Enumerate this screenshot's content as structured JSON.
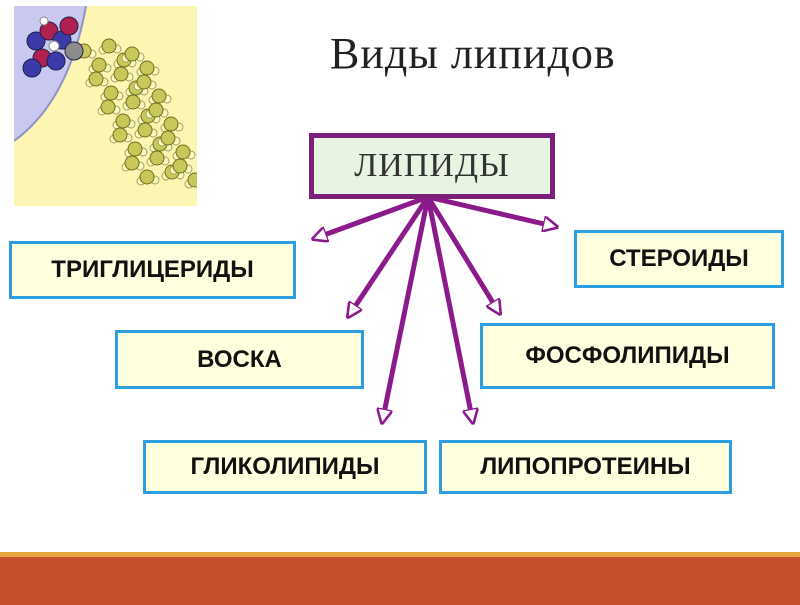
{
  "title": "Виды липидов",
  "root": {
    "label": "ЛИПИДЫ"
  },
  "types": [
    {
      "id": "triglycerides",
      "label": "ТРИГЛИЦЕРИДЫ"
    },
    {
      "id": "steroids",
      "label": "СТЕРОИДЫ"
    },
    {
      "id": "waxes",
      "label": "ВОСКА"
    },
    {
      "id": "phospholipids",
      "label": "ФОСФОЛИПИДЫ"
    },
    {
      "id": "glycolipids",
      "label": "ГЛИКОЛИПИДЫ"
    },
    {
      "id": "lipoproteins",
      "label": "ЛИПОПРОТЕИНЫ"
    }
  ],
  "colors": {
    "arrow": "#8b1a8b",
    "root_border": "#7b1f7b",
    "root_fill": "#e6f4e1",
    "box_border": "#2d9fe0",
    "box_fill": "#ffffe0",
    "bar": "#c4512b",
    "bar_accent": "#e8a43c"
  }
}
